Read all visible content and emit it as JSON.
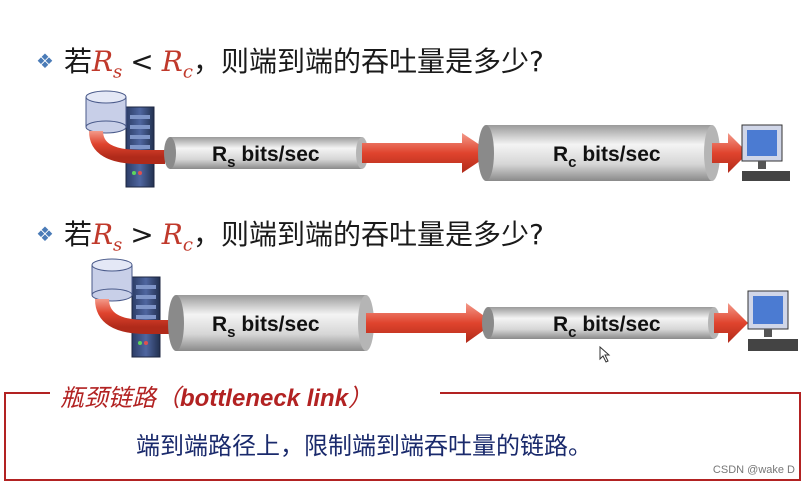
{
  "question1": {
    "prefix": "若",
    "var_left": "R",
    "var_left_sub": "s",
    "operator": "<",
    "var_right": "R",
    "var_right_sub": "c",
    "suffix": "，则端到端的吞吐量是多少?"
  },
  "question2": {
    "prefix": "若",
    "var_left": "R",
    "var_left_sub": "s",
    "operator": ">",
    "var_right": "R",
    "var_right_sub": "c",
    "suffix": "，则端到端的吞吐量是多少?"
  },
  "diagram1": {
    "pipe_s_label": "R",
    "pipe_s_sub": "s",
    "pipe_s_unit": " bits/sec",
    "pipe_c_label": "R",
    "pipe_c_sub": "c",
    "pipe_c_unit": " bits/sec"
  },
  "diagram2": {
    "pipe_s_label": "R",
    "pipe_s_sub": "s",
    "pipe_s_unit": " bits/sec",
    "pipe_c_label": "R",
    "pipe_c_sub": "c",
    "pipe_c_unit": " bits/sec"
  },
  "bottleneck": {
    "title_cn": "瓶颈链路（",
    "title_en": "bottleneck link",
    "title_close": "）",
    "description": "端到端路径上，限制端到端吞吐量的链路。"
  },
  "watermark": "CSDN @wake D",
  "colors": {
    "accent_red": "#b22222",
    "variable_red": "#c0392b",
    "desc_blue": "#1a2a6c",
    "bullet_blue": "#4a7bb7"
  }
}
